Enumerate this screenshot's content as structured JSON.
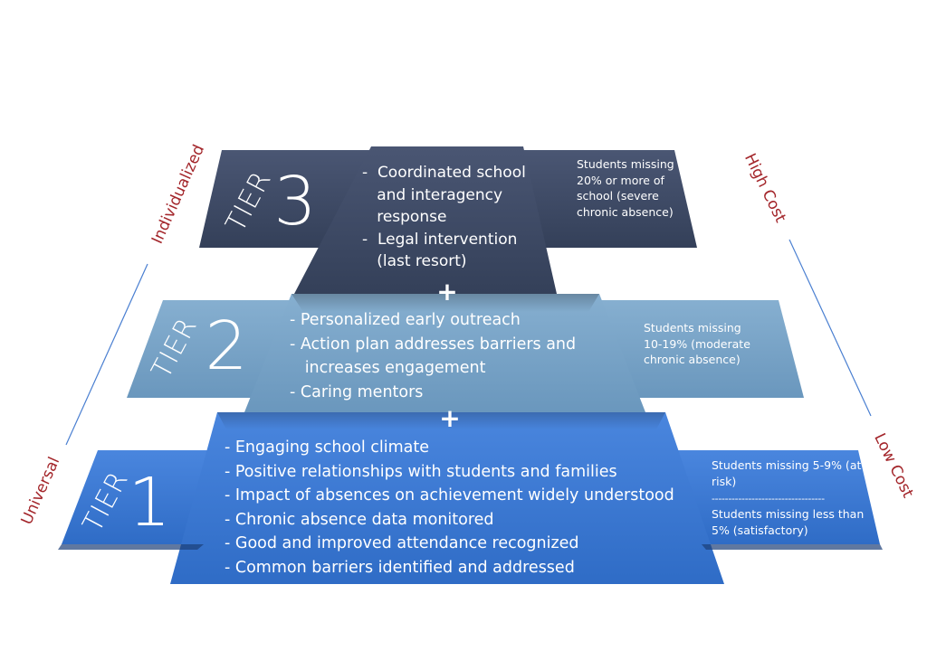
{
  "colors": {
    "tier3": "#3e4a63",
    "tier2": "#77a3c6",
    "tier1": "#3877d1",
    "side_label": "#a3252a",
    "guide_line": "#4a7fd1"
  },
  "side_labels": {
    "individualized": "Individualized",
    "universal": "Universal",
    "high_cost": "High Cost",
    "low_cost": "Low Cost"
  },
  "tiers": {
    "tier3": {
      "word": "TIER",
      "number": "3",
      "actions": [
        "-  Coordinated school",
        "   and interagency",
        "   response",
        "-  Legal intervention",
        "   (last resort)"
      ],
      "description": "Students missing 20% or more of school (severe chronic absence)"
    },
    "tier2": {
      "word": "TIER",
      "number": "2",
      "actions": [
        "- Personalized early outreach",
        "- Action plan addresses barriers and",
        "   increases engagement",
        "- Caring mentors"
      ],
      "description": "Students missing 10-19% (moderate chronic absence)"
    },
    "tier1": {
      "word": "TIER",
      "number": "1",
      "actions": [
        "- Engaging school climate",
        "- Positive relationships with students and families",
        "- Impact of absences on achievement widely understood",
        "- Chronic absence data monitored",
        "- Good and improved attendance recognized",
        "- Common barriers identified and addressed"
      ],
      "description_top": "Students missing 5-9% (at risk)",
      "divider": "----------------------------------",
      "description_bottom": "Students missing less than 5% (satisfactory)"
    }
  },
  "plus_symbol": "+"
}
